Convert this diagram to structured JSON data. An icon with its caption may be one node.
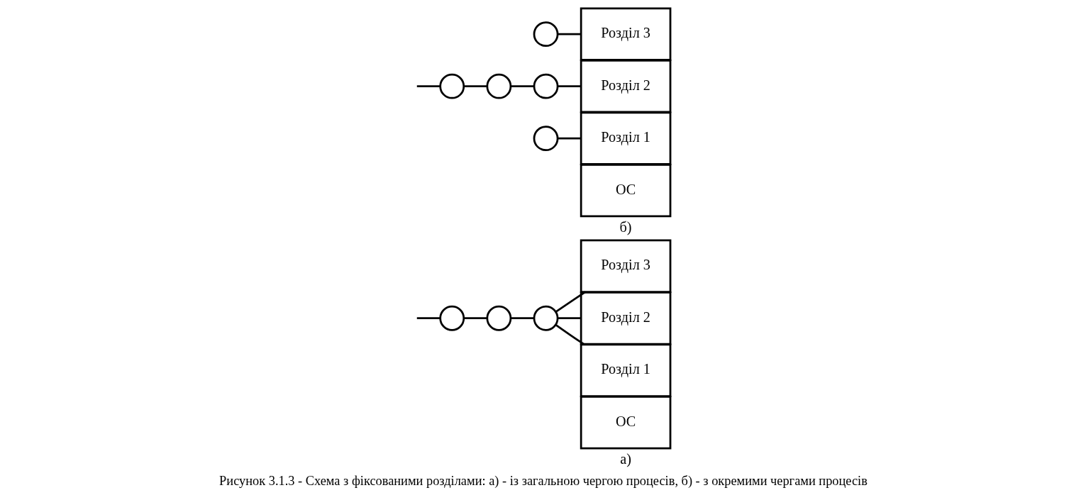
{
  "diagram": {
    "caption": "Рисунок 3.1.3 - Схема з фіксованими розділами: а) - із загальною чергою процесів, б) - з окремими чергами процесів",
    "nodes": [
      {
        "text": [],
        "shape": "circle"
      },
      {
        "text": [],
        "shape": "circle"
      },
      {
        "text": [],
        "shape": "circle"
      },
      {
        "text": [
          "Розділ 3"
        ]
      },
      {
        "text": [
          "Розділ 2"
        ]
      },
      {
        "text": [
          "Розділ 1"
        ]
      },
      {
        "text": [
          "ОС"
        ]
      },
      {
        "text": [],
        "shape": "circle"
      },
      {
        "text": [],
        "shape": "circle"
      },
      {
        "text": [],
        "shape": "circle"
      },
      {
        "text": [],
        "shape": "circle"
      },
      {
        "text": [],
        "shape": "circle"
      },
      {
        "text": [
          "Розділ 3"
        ]
      },
      {
        "text": [
          "Розділ 2"
        ]
      },
      {
        "text": [
          "Розділ 1"
        ]
      },
      {
        "text": [
          "ОС"
        ]
      }
    ],
    "edges": [
      {
        "from": null,
        "to": 0,
        "arrow": "none"
      },
      {
        "from": 0,
        "to": 1,
        "arrow": "none"
      },
      {
        "from": 1,
        "to": 2,
        "arrow": "none"
      },
      {
        "from": 2,
        "to": 3,
        "arrow": "none"
      },
      {
        "from": 2,
        "to": 4,
        "arrow": "none"
      },
      {
        "from": 2,
        "to": 5,
        "arrow": "none"
      },
      {
        "from": 7,
        "to": 12,
        "arrow": "none"
      },
      {
        "from": null,
        "to": 8,
        "arrow": "none"
      },
      {
        "from": 8,
        "to": 9,
        "arrow": "none"
      },
      {
        "from": 9,
        "to": 10,
        "arrow": "none"
      },
      {
        "from": 10,
        "to": 13,
        "arrow": "none"
      },
      {
        "from": 11,
        "to": 14,
        "arrow": "none"
      }
    ],
    "labels": [
      "а)",
      "б)"
    ]
  }
}
